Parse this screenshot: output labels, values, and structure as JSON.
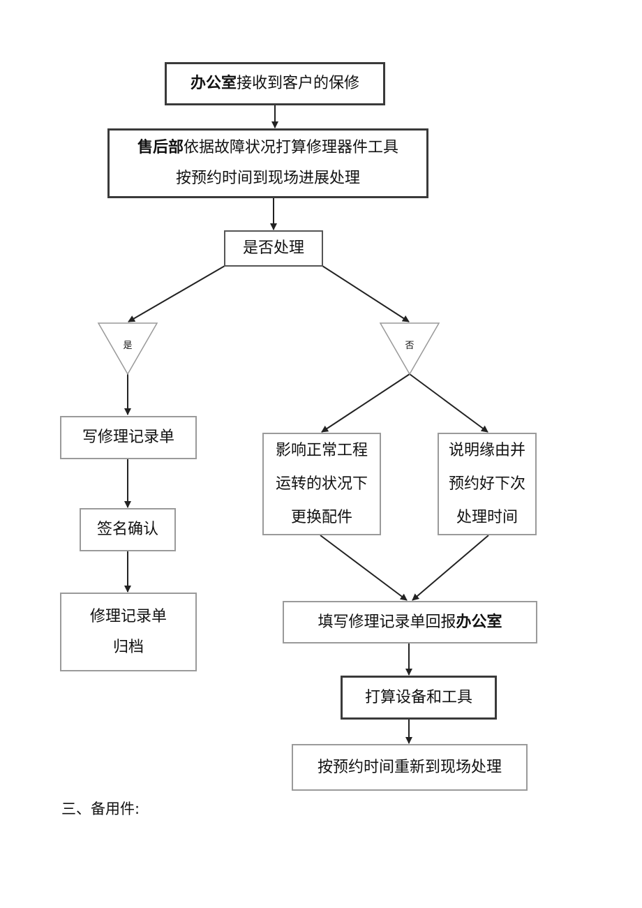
{
  "nodes": {
    "receive": {
      "bold": "办公室",
      "text": "接收到客户的保修"
    },
    "aftersales": {
      "bold": "售后部",
      "line1": "依据故障状况打算修理器件工具",
      "line2": "按预约时间到现场进展处理"
    },
    "decide": {
      "text": "是否处理"
    },
    "yes_label": "是",
    "no_label": "否",
    "write_record": {
      "text": "写修理记录单"
    },
    "sign": {
      "text": "签名确认"
    },
    "archive": {
      "line1": "修理记录单",
      "line2": "归档"
    },
    "replace": {
      "line1": "影响正常工程",
      "line2": "运转的状况下",
      "line3": "更换配件"
    },
    "explain": {
      "line1": "说明缘由并",
      "line2": "预约好下次",
      "line3": "处理时间"
    },
    "report": {
      "text": "填写修理记录单回报",
      "bold": "办公室"
    },
    "prepare": {
      "text": "打算设备和工具"
    },
    "revisit": {
      "text": "按预约时间重新到现场处理"
    }
  },
  "section_heading": "三、备用件:"
}
